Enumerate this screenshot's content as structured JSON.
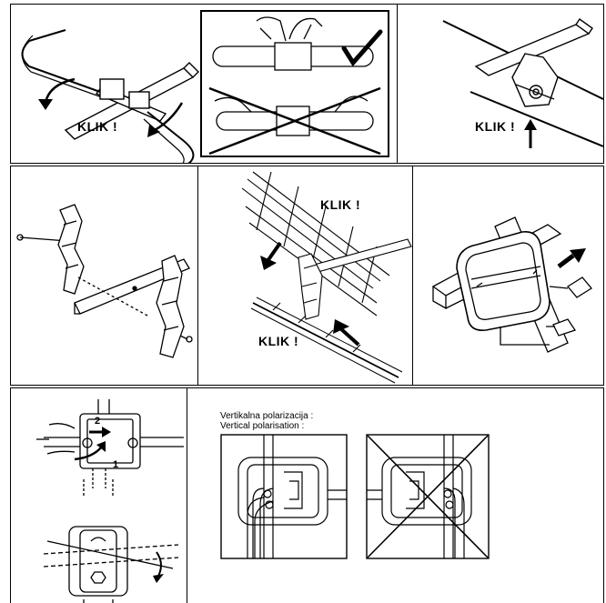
{
  "labels": {
    "klik": "KLIK !",
    "step_1": "1",
    "step_2": "2"
  },
  "polarisation": {
    "line_1": "Vertikalna polarizacija :",
    "line_2": "Vertical polarisation :"
  },
  "icons": {
    "correct": "checkmark-icon",
    "wrong": "cross-icon"
  },
  "colors": {
    "ink": "#000000",
    "paper": "#ffffff",
    "shade": "#9a9a9a"
  }
}
